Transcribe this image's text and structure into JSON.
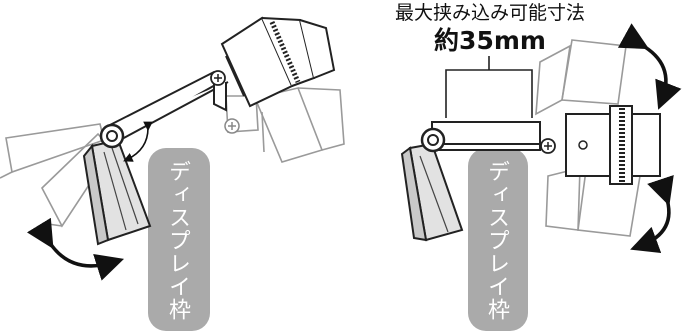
{
  "caption": {
    "line1": "最大挟み込み可能寸法",
    "line2": "約35mm"
  },
  "frame_labels": {
    "left": "ディスプレイ枠",
    "right": "ディスプレイ枠"
  },
  "colors": {
    "frame": "#aaaaaa",
    "frame_text": "#ffffff",
    "line": "#222222",
    "ghost": "#9a9a9a",
    "arrow": "#111111",
    "clip_front": "#d8d8d8",
    "clip_side": "#bdbdbd"
  },
  "icons": {
    "rotation_arrow_left": "double-curved-arrow",
    "tilt_arrow": "small-curved-arrow",
    "rotation_arrow_right_top": "double-curved-arrow",
    "rotation_arrow_right_bottom": "double-curved-arrow"
  }
}
